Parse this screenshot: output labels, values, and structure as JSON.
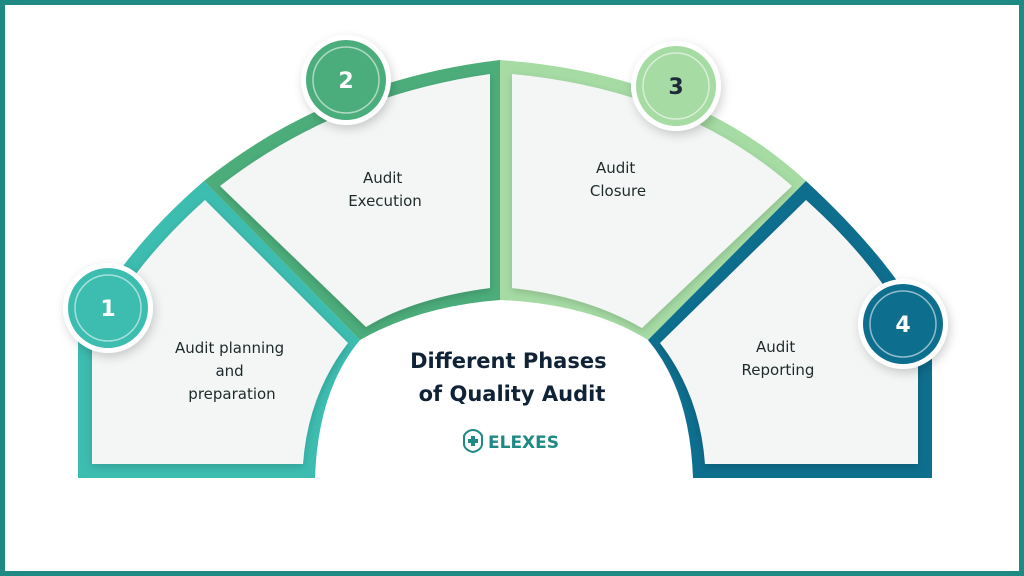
{
  "title_lines": [
    "Different Phases",
    "of Quality Audit"
  ],
  "brand": "ELEXES",
  "phases": [
    {
      "number": "1",
      "label_lines": [
        "Audit planning",
        "and",
        "preparation"
      ]
    },
    {
      "number": "2",
      "label_lines": [
        "Audit",
        "Execution"
      ]
    },
    {
      "number": "3",
      "label_lines": [
        "Audit",
        "Closure"
      ]
    },
    {
      "number": "4",
      "label_lines": [
        "Audit",
        "Reporting"
      ]
    }
  ],
  "icons": {
    "brand_logo": "medical-cross-shield-icon"
  },
  "colors": {
    "frame": "#1f8a84",
    "phase1": "#3dbcb0",
    "phase2": "#4cad7b",
    "phase3": "#a6dba4",
    "phase4": "#0e6e8e",
    "title": "#0f2236"
  }
}
